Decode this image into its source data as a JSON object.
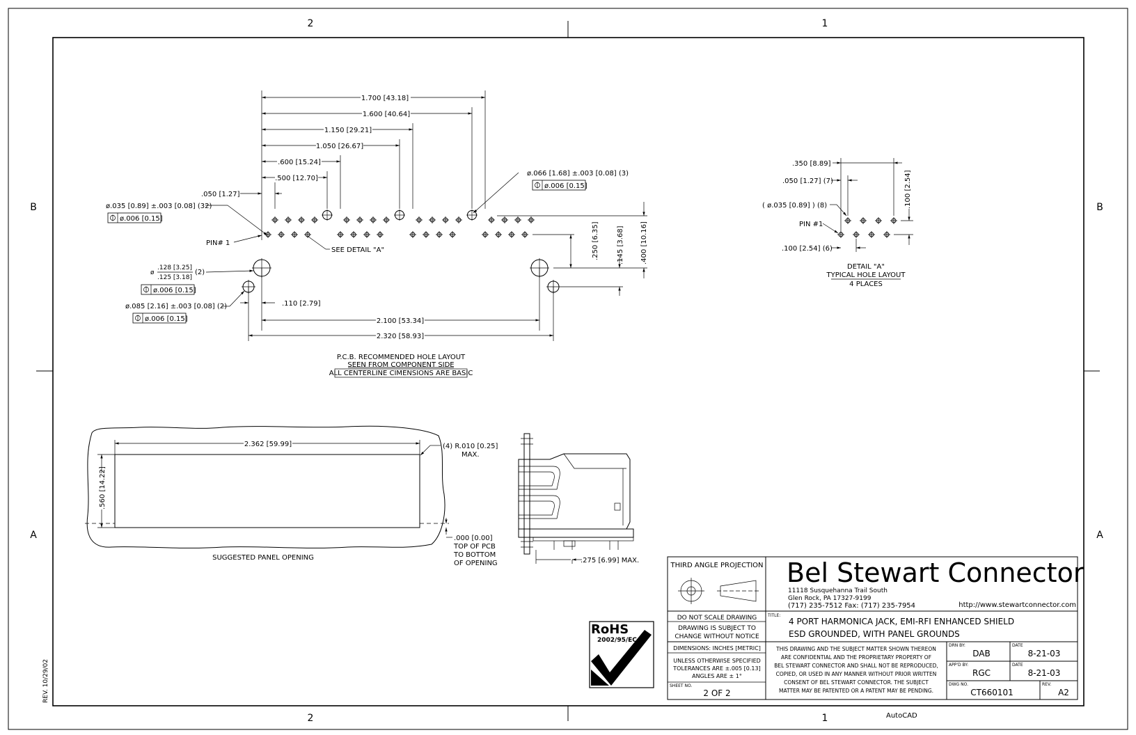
{
  "border": {
    "zone_top_2": "2",
    "zone_top_1": "1",
    "zone_bottom_2": "2",
    "zone_bottom_1": "1",
    "zone_left_b": "B",
    "zone_left_a": "A",
    "zone_right_b": "B",
    "zone_right_a": "A",
    "rev_note": "REV. 10/29/02",
    "autocad": "AutoCAD"
  },
  "pcb_layout": {
    "dims": {
      "d1700": "1.700 [43.18]",
      "d1600": "1.600 [40.64]",
      "d1150": "1.150 [29.21]",
      "d1050": "1.050 [26.67]",
      "d600": ".600 [15.24]",
      "d500": ".500 [12.70]",
      "d050": ".050 [1.27]",
      "d066": "ø.066 [1.68] ±.003 [0.08] (3)",
      "d066_tol": "ø.006 [0.15]",
      "d035": "ø.035 [0.89] ±.003 [0.08] (32)",
      "d035_tol": "ø.006 [0.15]",
      "pin1": "PIN# 1",
      "see_detail": "SEE DETAIL \"A\"",
      "d128_top": ".128 [3.25]",
      "d128_bot": ".125 [3.18]",
      "d128_qty": "(2)",
      "d128_prefix": "ø",
      "d128_tol": "ø.006 [0.15]",
      "d085": "ø.085 [2.16] ±.003 [0.08] (2)",
      "d085_tol": "ø.006 [0.15]",
      "d110": ".110 [2.79]",
      "d2100": "2.100 [53.34]",
      "d2320": "2.320 [58.93]",
      "d250": ".250 [6.35]",
      "d145": ".145 [3.68]",
      "d400": ".400 [10.16]"
    },
    "caption_1": "P.C.B. RECOMMENDED HOLE LAYOUT",
    "caption_2": "SEEN FROM COMPONENT SIDE",
    "caption_3": "ALL CENTERLINE CIMENSIONS ARE BASIC"
  },
  "detail_a": {
    "d350": ".350 [8.89]",
    "d050": ".050 [1.27] (7)",
    "d035": "( ø.035 [0.89] ) (8)",
    "pin1": "PIN #1",
    "d100_h": ".100 [2.54] (6)",
    "d100_v": ".100 [2.54]",
    "caption_1": "DETAIL \"A\"",
    "caption_2": "TYPICAL HOLE LAYOUT",
    "caption_3": "4 PLACES"
  },
  "panel": {
    "d2362": "2.362 [59.99]",
    "d560": ".560 [14.22]",
    "radius_1": "(4) R.010 [0.25]",
    "radius_2": "MAX.",
    "d000_1": ".000 [0.00]",
    "d000_2": "TOP OF PCB",
    "d000_3": "TO BOTTOM",
    "d000_4": "OF OPENING",
    "caption": "SUGGESTED PANEL OPENING",
    "d275": ".275 [6.99] MAX."
  },
  "rohs": {
    "title": "RoHS",
    "sub": "2002/95/EC"
  },
  "title_block": {
    "projection": "THIRD ANGLE PROJECTION",
    "company": "Bel Stewart Connector",
    "addr1": "11118 Susquehanna Trail South",
    "addr2": "Glen Rock, PA  17327-9199",
    "addr3": "(717) 235-7512  Fax: (717) 235-7954",
    "url": "http://www.stewartconnector.com",
    "no_scale": "DO NOT SCALE DRAWING",
    "subject_1": "DRAWING IS SUBJECT TO",
    "subject_2": "CHANGE WITHOUT NOTICE",
    "title_label": "TITLE:",
    "title_1": "4 PORT HARMONICA JACK, EMI-RFI ENHANCED SHIELD",
    "title_2": "ESD GROUNDED, WITH PANEL GROUNDS",
    "dimensions": "DIMENSIONS: INCHES [METRIC]",
    "tol_1": "UNLESS OTHERWISE SPECIFIED",
    "tol_2": "TOLERANCES ARE ±.005 [0.13]",
    "tol_3": "ANGLES ARE ± 1°",
    "conf_1": "THIS DRAWING AND THE SUBJECT MATTER SHOWN THEREON",
    "conf_2": "ARE CONFIDENTIAL AND THE PROPRIETARY PROPERTY OF",
    "conf_3": "BEL STEWART CONNECTOR AND SHALL NOT BE REPRODUCED,",
    "conf_4": "COPIED, OR USED IN ANY MANNER WITHOUT PRIOR WRITTEN",
    "conf_5": "CONSENT OF BEL STEWART CONNECTOR.  THE SUBJECT",
    "conf_6": "MATTER MAY BE PATENTED OR A PATENT MAY BE PENDING.",
    "sheet_label": "SHEET NO.",
    "sheet": "2 OF 2",
    "drn_label": "DRN BY:",
    "drn": "DAB",
    "date_label": "DATE",
    "drn_date": "8-21-03",
    "appd_label": "APP'D BY:",
    "appd": "RGC",
    "appd_date": "8-21-03",
    "dwg_label": "DWG NO.",
    "dwg": "CT660101",
    "rev_label": "REV.",
    "rev": "A2"
  }
}
